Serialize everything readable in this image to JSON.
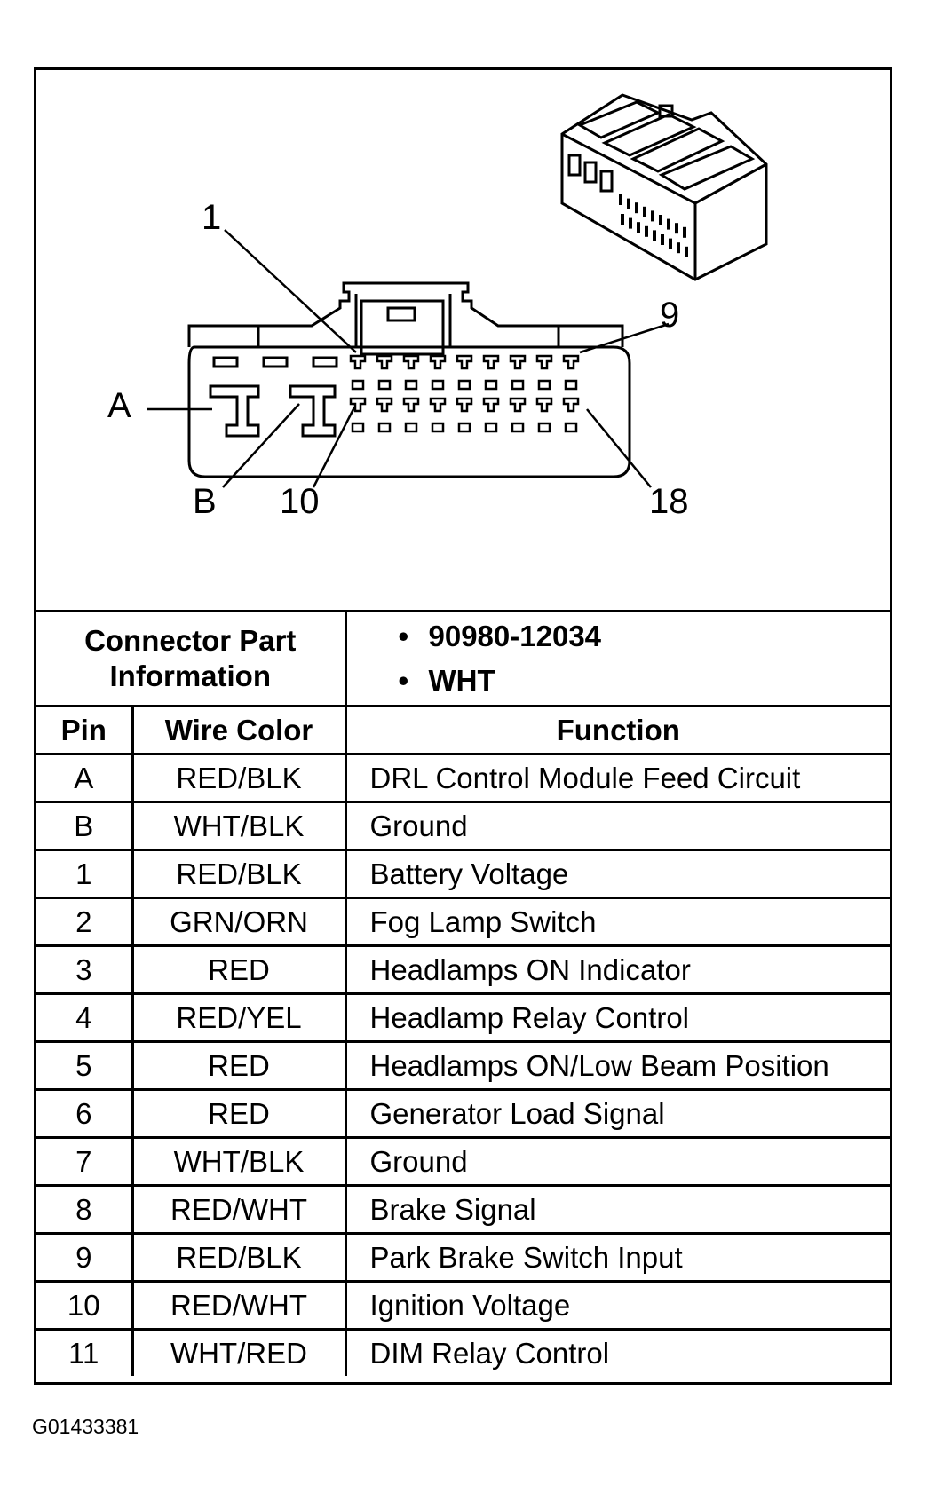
{
  "callouts": {
    "pin1": "1",
    "pin9": "9",
    "pinA": "A",
    "pinB": "B",
    "pin10": "10",
    "pin18": "18"
  },
  "connector_info": {
    "label_line1": "Connector Part",
    "label_line2": "Information",
    "bullet": "•",
    "part_number": "90980-12034",
    "color": "WHT"
  },
  "headers": {
    "pin": "Pin",
    "wire_color": "Wire Color",
    "function": "Function"
  },
  "rows": [
    {
      "pin": "A",
      "wire": "RED/BLK",
      "function": "DRL Control Module Feed Circuit"
    },
    {
      "pin": "B",
      "wire": "WHT/BLK",
      "function": "Ground"
    },
    {
      "pin": "1",
      "wire": "RED/BLK",
      "function": "Battery Voltage"
    },
    {
      "pin": "2",
      "wire": "GRN/ORN",
      "function": "Fog Lamp Switch"
    },
    {
      "pin": "3",
      "wire": "RED",
      "function": "Headlamps ON Indicator"
    },
    {
      "pin": "4",
      "wire": "RED/YEL",
      "function": "Headlamp Relay Control"
    },
    {
      "pin": "5",
      "wire": "RED",
      "function": "Headlamps ON/Low Beam Position"
    },
    {
      "pin": "6",
      "wire": "RED",
      "function": "Generator Load Signal"
    },
    {
      "pin": "7",
      "wire": "WHT/BLK",
      "function": "Ground"
    },
    {
      "pin": "8",
      "wire": "RED/WHT",
      "function": "Brake Signal"
    },
    {
      "pin": "9",
      "wire": "RED/BLK",
      "function": "Park Brake Switch Input"
    },
    {
      "pin": "10",
      "wire": "RED/WHT",
      "function": "Ignition Voltage"
    },
    {
      "pin": "11",
      "wire": "WHT/RED",
      "function": "DIM Relay Control"
    }
  ],
  "figure_id": "G01433381"
}
